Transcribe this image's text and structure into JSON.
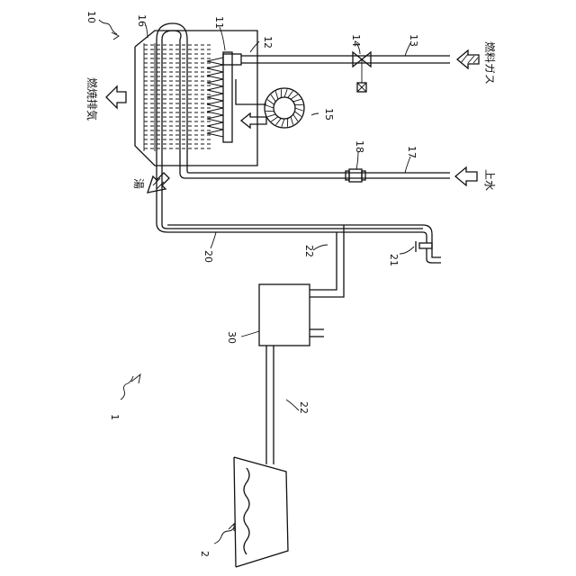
{
  "figure": {
    "labels": {
      "system": "1",
      "tank": "2",
      "heater": "10",
      "burner": "11",
      "combustion_chamber": "12",
      "gas_pipe": "13",
      "gas_valve": "14",
      "fan": "15",
      "heat_exchanger": "16",
      "water_pipe": "17",
      "flow_sensor": "18",
      "hot_water_pipe": "20",
      "faucet": "21",
      "branch_pipe_upper": "22",
      "branch_pipe_lower": "22",
      "unit": "30"
    },
    "flows": {
      "exhaust": "燃焼排気",
      "fuel_gas": "燃料ガス",
      "water_supply": "上水",
      "hot_water": "湯"
    }
  }
}
